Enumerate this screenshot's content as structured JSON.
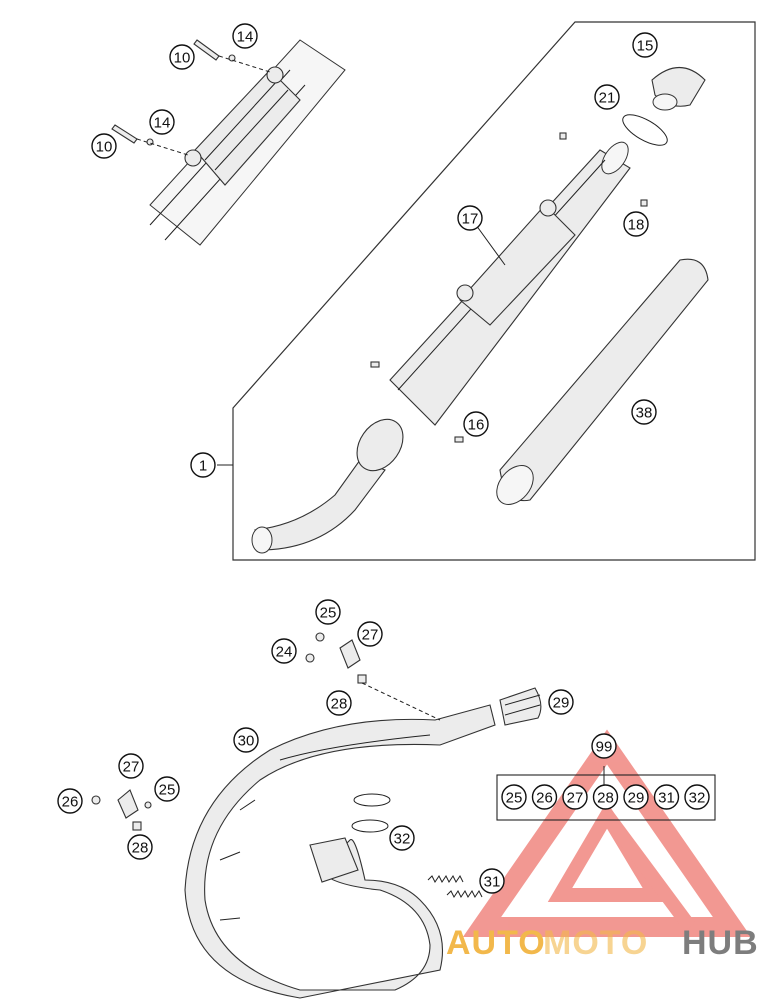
{
  "callouts": {
    "c10a": "10",
    "c14a": "14",
    "c10b": "10",
    "c14b": "14",
    "c15": "15",
    "c21": "21",
    "c17": "17",
    "c18": "18",
    "c16": "16",
    "c38": "38",
    "c1": "1",
    "c25a": "25",
    "c27a": "27",
    "c24": "24",
    "c28a": "28",
    "c29": "29",
    "c30": "30",
    "c27b": "27",
    "c25b": "25",
    "c26": "26",
    "c28b": "28",
    "c32": "32",
    "c31": "31",
    "c99": "99"
  },
  "kit": [
    "25",
    "26",
    "27",
    "28",
    "29",
    "31",
    "32"
  ],
  "watermark": {
    "part1": "AUTO",
    "part2": "MOTO",
    "part3": "HUB"
  },
  "colors": {
    "watermark_red": "#e8443a",
    "watermark_gold": "#f2b84b",
    "watermark_gray": "#7d7d7d"
  }
}
